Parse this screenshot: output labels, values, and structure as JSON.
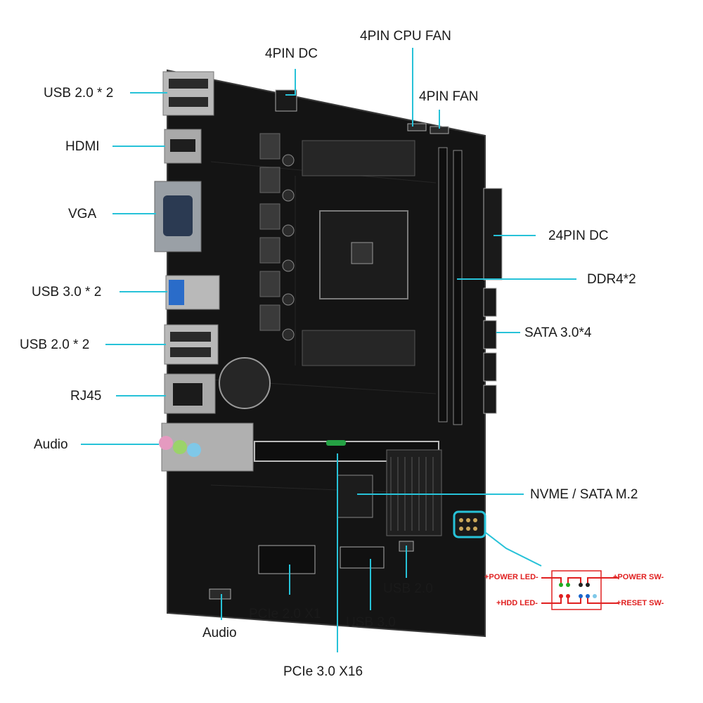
{
  "labels": {
    "usb20_top": "USB 2.0 * 2",
    "hdmi": "HDMI",
    "vga": "VGA",
    "usb30_rear": "USB 3.0 * 2",
    "usb20_mid": "USB 2.0 * 2",
    "rj45": "RJ45",
    "audio_rear": "Audio",
    "dc4pin": "4PIN DC",
    "cpu_fan": "4PIN CPU FAN",
    "fan4pin": "4PIN FAN",
    "dc24pin": "24PIN DC",
    "ddr4": "DDR4*2",
    "sata": "SATA 3.0*4",
    "m2": "NVME / SATA  M.2",
    "usb20_header": "USB 2.0",
    "usb30_header": "USB 3.0",
    "pcie_x1": "PCIe 2.0 X1",
    "audio_header": "Audio",
    "pcie_x16": "PCIe 3.0 X16"
  },
  "front_panel": {
    "power_led": "+POWER LED-",
    "power_sw": "+POWER SW-",
    "hdd_led": "+HDD LED-",
    "reset_sw": "+RESET SW-"
  },
  "colors": {
    "callout_line": "#27c2d8",
    "board": "#141414",
    "front_panel_text": "#e02020"
  }
}
